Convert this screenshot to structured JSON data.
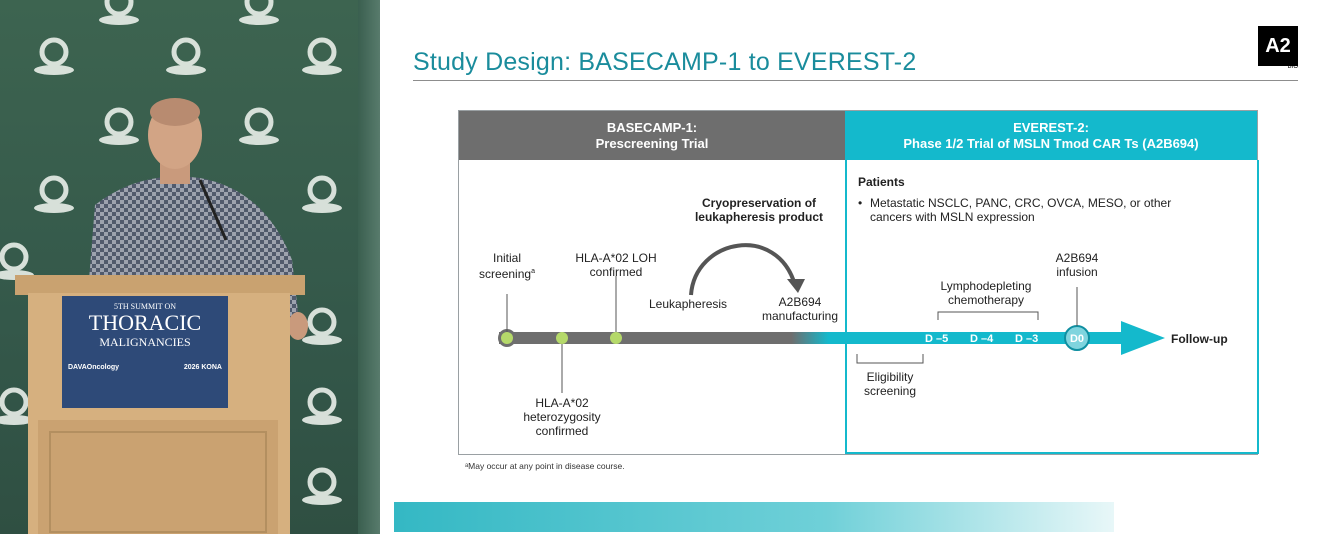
{
  "podium": {
    "line1": "5TH SUMMIT ON",
    "line2": "THORACIC",
    "line3": "MALIGNANCIES",
    "sponsor": "DAVAOncology",
    "event": "2026 KONA"
  },
  "slide": {
    "title": "Study Design: BASECAMP-1 to EVEREST-2",
    "logo_text": "A2",
    "logo_sub": "BIO",
    "left_header": {
      "line1": "BASECAMP-1:",
      "line2": "Prescreening Trial"
    },
    "right_header": {
      "line1": "EVEREST-2:",
      "line2": "Phase 1/2 Trial of MSLN Tmod CAR Ts (A2B694)"
    },
    "patients_label": "Patients",
    "patients_bullet": "•",
    "patients_text1": "Metastatic NSCLC, PANC, CRC, OVCA, MESO, or other",
    "patients_text2": "cancers with MSLN expression",
    "cryo_line1": "Cryopreservation of",
    "cryo_line2": "leukapheresis product",
    "initial_line1": "Initial",
    "initial_line2": "screening",
    "initial_sup": "a",
    "hla_loh_line1": "HLA-A*02 LOH",
    "hla_loh_line2": "confirmed",
    "leukapheresis": "Leukapheresis",
    "manuf_line1": "A2B694",
    "manuf_line2": "manufacturing",
    "hla_het_line1": "HLA-A*02",
    "hla_het_line2": "heterozygosity",
    "hla_het_line3": "confirmed",
    "lympho_line1": "Lymphodepleting",
    "lympho_line2": "chemotherapy",
    "infusion_line1": "A2B694",
    "infusion_line2": "infusion",
    "d_minus5": "D –5",
    "d_minus4": "D –4",
    "d_minus3": "D –3",
    "d0": "D0",
    "followup": "Follow-up",
    "elig_line1": "Eligibility",
    "elig_line2": "screening",
    "footnote": "ᵃMay occur at any point in disease course.",
    "colors": {
      "teal": "#14b9cc",
      "gray_header": "#6e6e6e",
      "title": "#1a8c9c",
      "dot": "#b5d96a"
    }
  }
}
